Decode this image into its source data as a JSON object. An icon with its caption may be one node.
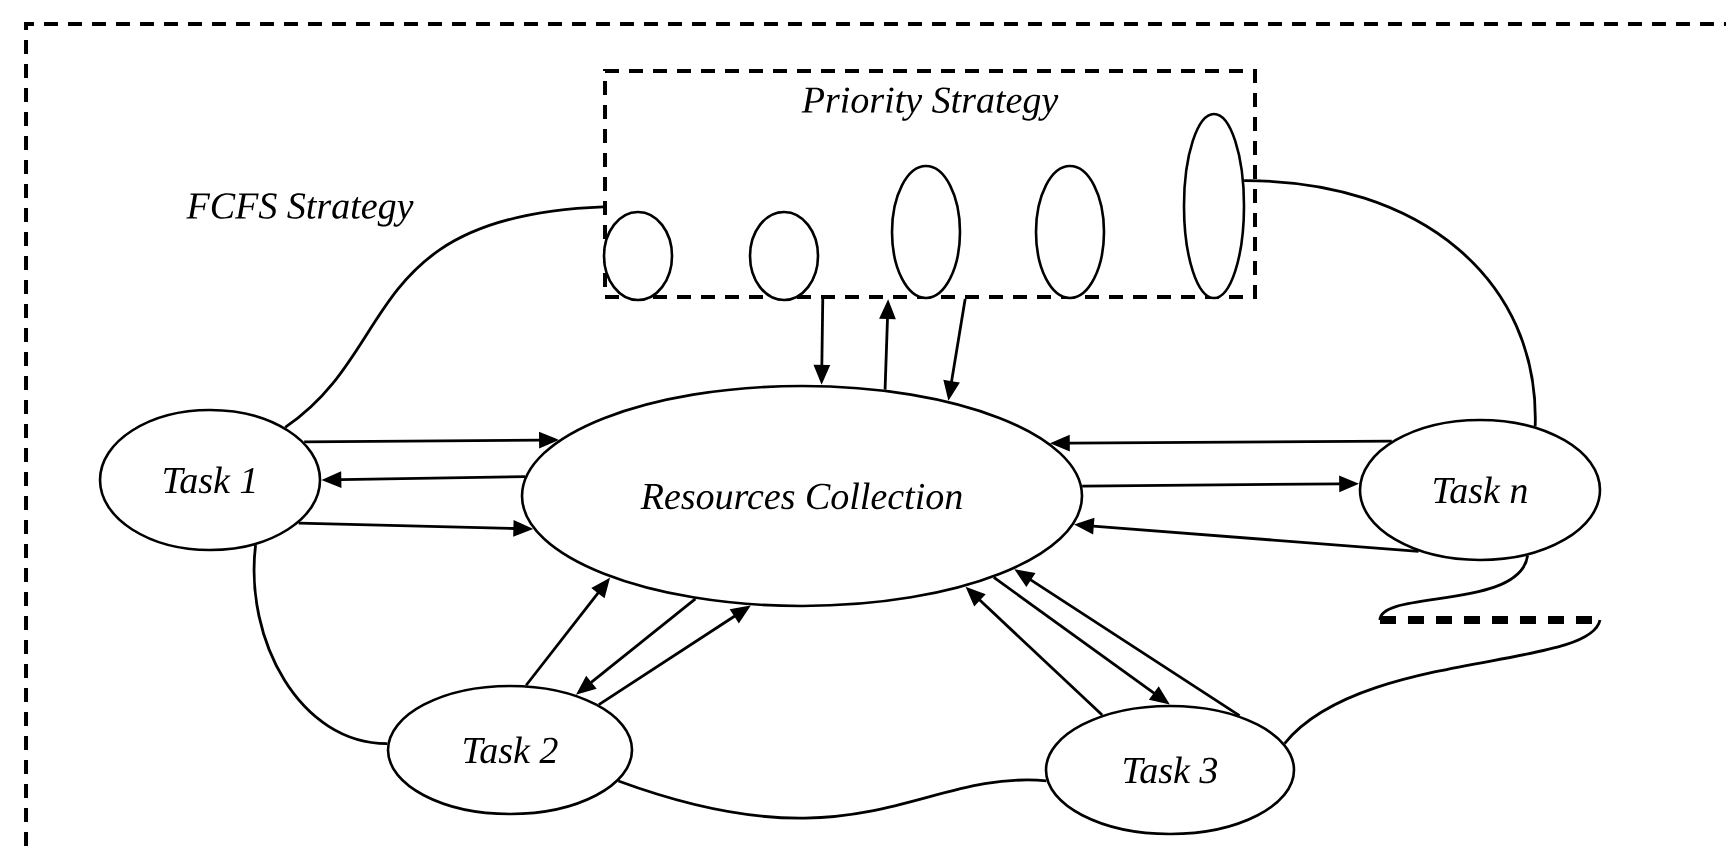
{
  "diagram": {
    "nodes": [
      {
        "text": [
          "Priority Strategy"
        ]
      },
      {
        "text": [],
        "shape": "ellipse",
        "in": 0
      },
      {
        "text": [],
        "shape": "ellipse",
        "in": 0
      },
      {
        "text": [],
        "shape": "ellipse",
        "in": 0
      },
      {
        "text": [],
        "shape": "ellipse",
        "in": 0
      },
      {
        "text": [],
        "shape": "ellipse",
        "in": 0
      },
      {
        "text": [
          "Task 1"
        ]
      },
      {
        "text": [
          "Resources Collection"
        ]
      },
      {
        "text": [
          "Task n"
        ]
      },
      {
        "text": [
          "Task 2"
        ]
      },
      {
        "text": [
          "Task 3"
        ]
      }
    ],
    "edges": [
      {
        "from": 0,
        "to": 7,
        "arrow": "to"
      },
      {
        "from": 7,
        "to": 0,
        "arrow": "to"
      },
      {
        "from": 0,
        "to": 7,
        "arrow": "to"
      },
      {
        "from": 6,
        "to": 7,
        "arrow": "to"
      },
      {
        "from": 7,
        "to": 6,
        "arrow": "to"
      },
      {
        "from": 6,
        "to": 7,
        "arrow": "to"
      },
      {
        "from": 8,
        "to": 7,
        "arrow": "to"
      },
      {
        "from": 7,
        "to": 8,
        "arrow": "to"
      },
      {
        "from": 8,
        "to": 7,
        "arrow": "to"
      },
      {
        "from": 9,
        "to": 7,
        "arrow": "to"
      },
      {
        "from": 7,
        "to": 9,
        "arrow": "to"
      },
      {
        "from": 9,
        "to": 7,
        "arrow": "to"
      },
      {
        "from": 10,
        "to": 7,
        "arrow": "to"
      },
      {
        "from": 7,
        "to": 10,
        "arrow": "to"
      },
      {
        "from": 10,
        "to": 7,
        "arrow": "to"
      },
      {
        "from": 6,
        "to": 0,
        "arrow": "none"
      },
      {
        "from": 5,
        "to": 8,
        "arrow": "none"
      },
      {
        "from": 8,
        "to": 10,
        "arrow": "none"
      },
      {
        "from": 10,
        "to": 9,
        "arrow": "none"
      },
      {
        "from": 9,
        "to": 6,
        "arrow": "none"
      }
    ],
    "labels": [
      "FCFS Strategy"
    ]
  }
}
